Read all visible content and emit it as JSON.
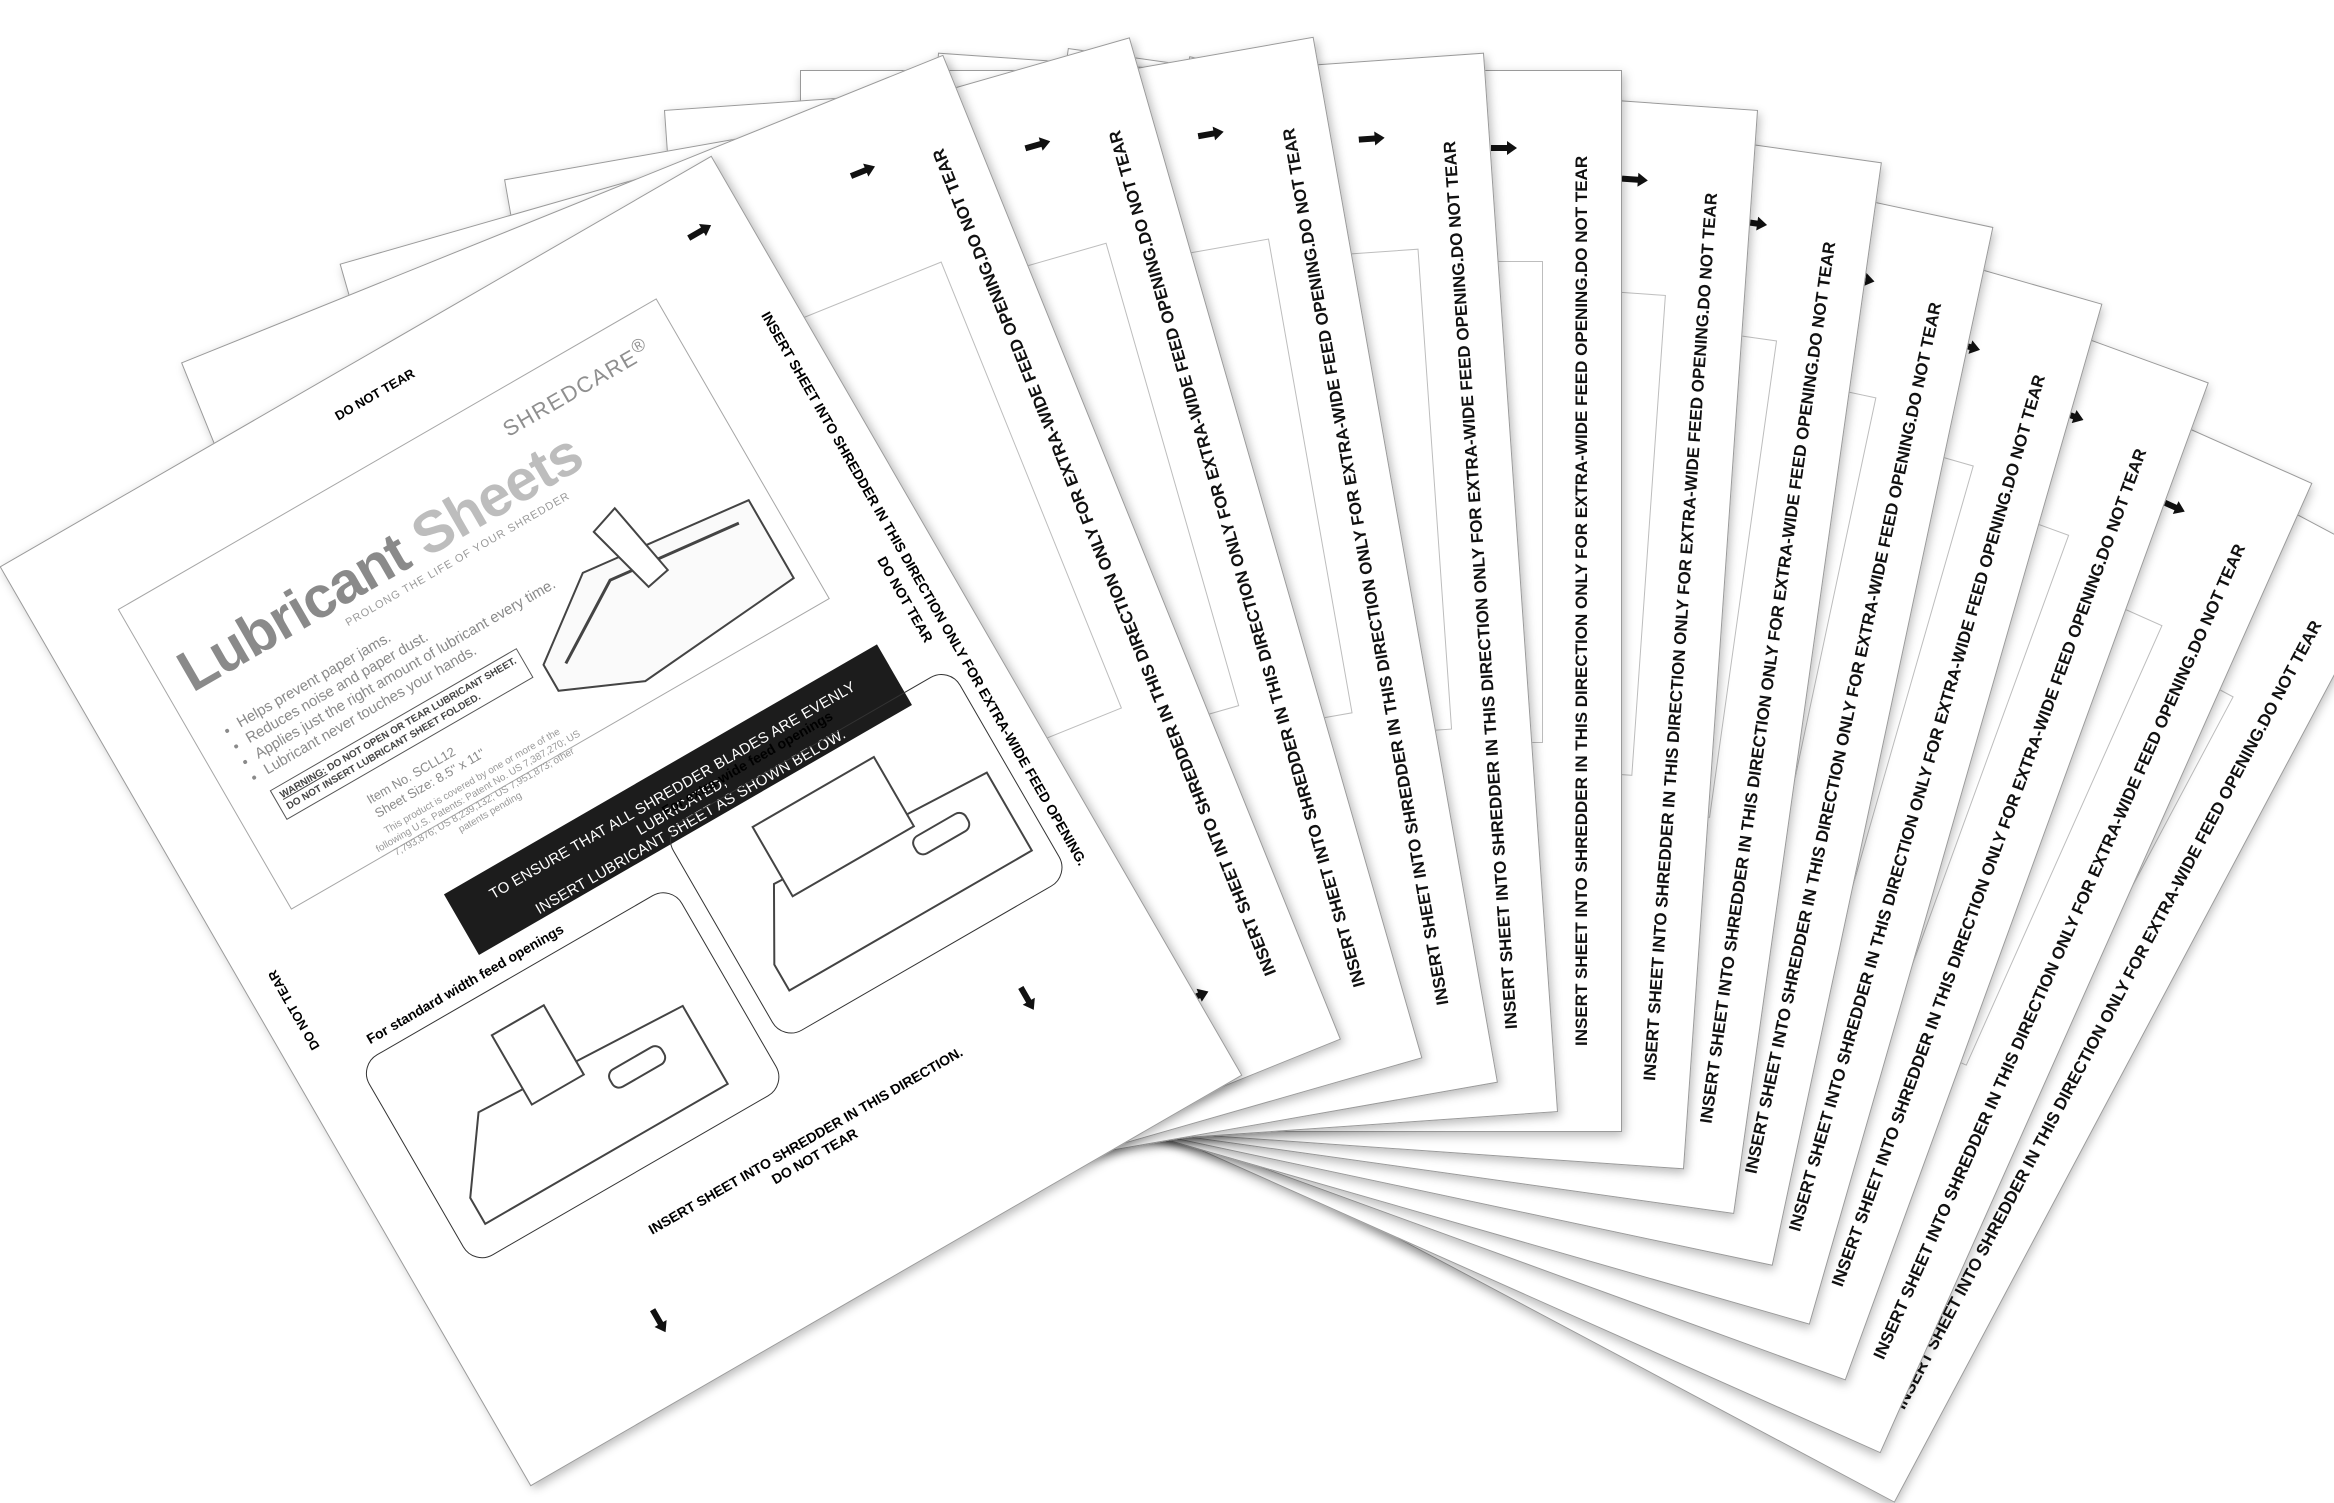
{
  "brand": "SHREDCARE",
  "brand_mark": "®",
  "colors": {
    "paper": "#ffffff",
    "ink": "#111111",
    "banner": "#1c1c1c",
    "title_gray": "#8a8a8a"
  },
  "back_sheet": {
    "side_line1": "INSERT SHEET INTO SHREDDER IN THIS DIRECTION ONLY FOR EXTRA-WIDE FEED OPENING.",
    "side_line2": "DO NOT TEAR"
  },
  "front_sheet": {
    "do_not_tear_top": "DO NOT TEAR",
    "do_not_tear_side": "DO NOT TEAR",
    "side_instruction": "INSERT SHEET INTO SHREDDER IN THIS DIRECTION ONLY FOR EXTRA-WIDE FEED OPENING.",
    "side_do_not_tear": "DO NOT TEAR",
    "title_main": "Lubricant",
    "title_accent": "Sheets",
    "tagline": "PROLONG THE LIFE OF YOUR SHREDDER",
    "bullets": [
      "Helps prevent paper jams.",
      "Reduces noise and paper dust.",
      "Applies just the right amount of lubricant every time.",
      "Lubricant never touches your hands."
    ],
    "warning_label": "WARNING:",
    "warning_line1": "DO NOT OPEN OR TEAR LUBRICANT SHEET.",
    "warning_line2": "DO NOT INSERT LUBRICANT SHEET FOLDED.",
    "item_no": "Item No. SCLL12",
    "sheet_size": "Sheet Size: 8.5\" x 11\"",
    "patent_text": "This product is covered by one or more of the following U.S. Patents: Patent No. US 7,387,270; US 7,793,876; US 8,239,132; US 7,951,873; other patents pending",
    "banner_line1": "TO ENSURE THAT ALL SHREDDER BLADES ARE EVENLY LUBRICATED,",
    "banner_line2": "INSERT LUBRICANT SHEET AS SHOWN BELOW.",
    "caption_standard": "For standard width feed openings",
    "caption_extra": "For extra-wide feed openings",
    "bottom_instruction": "INSERT SHEET INTO SHREDDER IN THIS DIRECTION.",
    "bottom_do_not_tear": "DO NOT TEAR"
  },
  "icons": [
    "arrow-icon"
  ]
}
